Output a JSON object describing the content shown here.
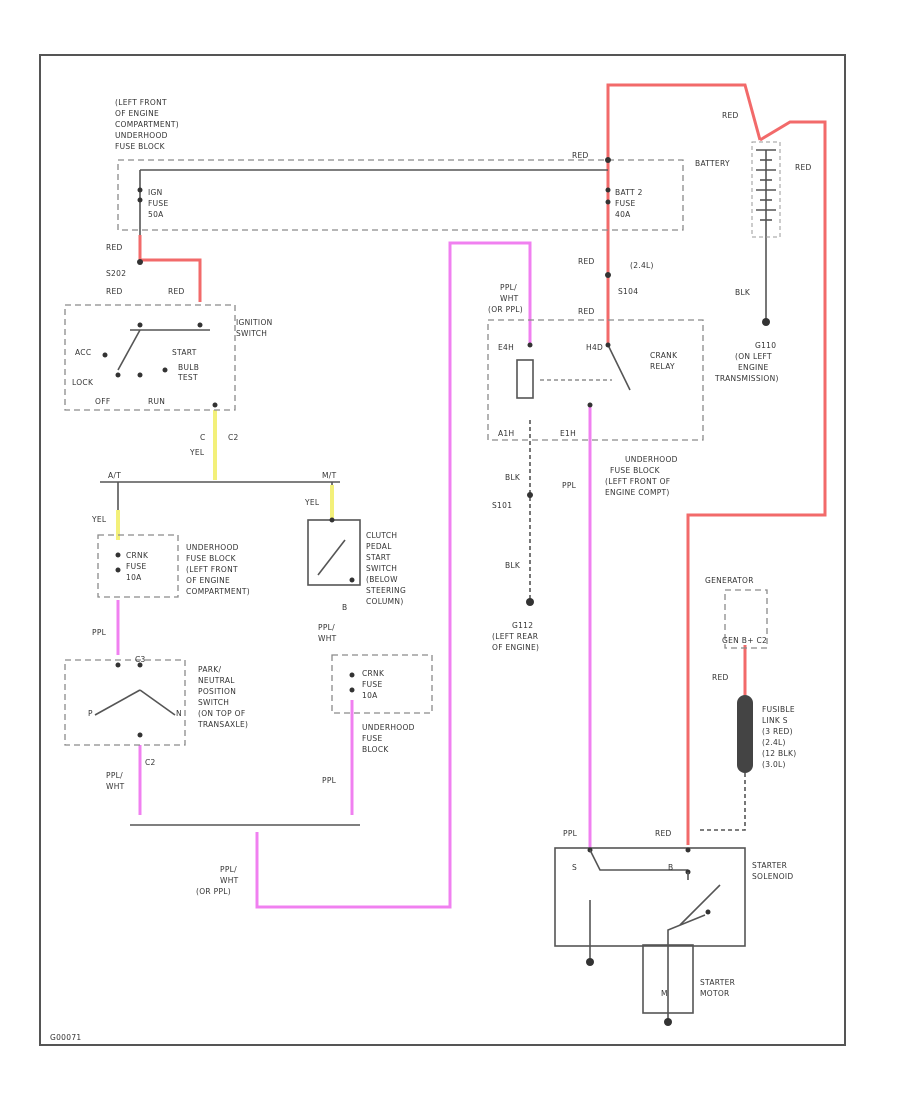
{
  "labels": {
    "fuse_block_1": "(LEFT FRONT",
    "fuse_block_2": "OF ENGINE",
    "fuse_block_3": "COMPARTMENT)",
    "fuse_block_4": "UNDERHOOD",
    "fuse_block_5": "FUSE BLOCK",
    "ign_fuse_1": "IGN",
    "ign_fuse_2": "FUSE",
    "ign_fuse_3": "50A",
    "batt_fuse_1": "BATT 2",
    "batt_fuse_2": "FUSE",
    "batt_fuse_3": "40A",
    "battery": "BATTERY",
    "red_top": "RED",
    "red_batt_left": "RED",
    "red_batt_right": "RED",
    "red_splice": "RED",
    "s202": "S202",
    "red_ign_left": "RED",
    "red_ign_right": "RED",
    "ignition_switch_1": "IGNITION",
    "ignition_switch_2": "SWITCH",
    "acc": "ACC",
    "lock": "LOCK",
    "off": "OFF",
    "run": "RUN",
    "start": "START",
    "bulb_test_1": "BULB",
    "bulb_test_2": "TEST",
    "c_left": "C",
    "c2_left": "C2",
    "yel_main": "YEL",
    "at": "A/T",
    "mt": "M/T",
    "yel_at": "YEL",
    "yel_mt": "YEL",
    "crank_fuse_1a": "CRNK",
    "crank_fuse_1b": "FUSE",
    "crank_fuse_1c": "10A",
    "ufb_left_1": "UNDERHOOD",
    "ufb_left_2": "FUSE BLOCK",
    "ufb_left_3": "(LEFT FRONT",
    "ufb_left_4": "OF ENGINE",
    "ufb_left_5": "COMPARTMENT)",
    "clutch_1": "CLUTCH",
    "clutch_2": "PEDAL",
    "clutch_3": "START",
    "clutch_4": "SWITCH",
    "clutch_5": "(BELOW",
    "clutch_6": "STEERING",
    "clutch_7": "COLUMN)",
    "b_clutch": "B",
    "ppl_wht_clutch_1": "PPL/",
    "ppl_wht_clutch_2": "WHT",
    "ppl_left": "PPL",
    "c3": "C3",
    "pnp_1": "PARK/",
    "pnp_2": "NEUTRAL",
    "pnp_3": "POSITION",
    "pnp_4": "SWITCH",
    "pnp_5": "(ON TOP OF",
    "pnp_6": "TRANSAXLE)",
    "p_pos": "P",
    "n_pos": "N",
    "c2_pnp": "C2",
    "ppl_wht_pnp_1": "PPL/",
    "ppl_wht_pnp_2": "WHT",
    "crank_fuse_2a": "CRNK",
    "crank_fuse_2b": "FUSE",
    "crank_fuse_2c": "10A",
    "ufb_mid_1": "UNDERHOOD",
    "ufb_mid_2": "FUSE",
    "ufb_mid_3": "BLOCK",
    "ppl_mid": "PPL",
    "ppl_wht_bottom_1": "PPL/",
    "ppl_wht_bottom_2": "WHT",
    "ppl_wht_bottom_3": "(OR PPL)",
    "ppl_wht_relay_1": "PPL/",
    "ppl_wht_relay_2": "WHT",
    "ppl_wht_relay_3": "(OR PPL)",
    "red_relay": "RED",
    "red_s104": "RED",
    "s104": "S104",
    "s104_note": "(2.4L)",
    "crank_relay_1": "CRANK",
    "crank_relay_2": "RELAY",
    "relay_pin_1": "E4H",
    "relay_pin_2": "H4D",
    "relay_pin_3": "A1H",
    "relay_pin_4": "E1H",
    "ufb_right_1": "UNDERHOOD",
    "ufb_right_2": "FUSE BLOCK",
    "ufb_right_3": "(LEFT FRONT OF",
    "ufb_right_4": "ENGINE COMPT)",
    "blk_relay": "BLK",
    "s101": "S101",
    "blk_s101": "BLK",
    "g112_1": "G112",
    "g112_2": "(LEFT REAR",
    "g112_3": "OF ENGINE)",
    "ppl_relay_out": "PPL",
    "blk_batt": "BLK",
    "g110_1": "G110",
    "g110_2": "(ON LEFT",
    "g110_3": "ENGINE",
    "g110_4": "TRANSMISSION)",
    "red_batt_side": "RED",
    "generator": "GENERATOR",
    "gen_pin": "GEN B+ C2",
    "red_gen": "RED",
    "fusible_1": "FUSIBLE",
    "fusible_2": "LINK S",
    "fusible_3": "(3 RED)",
    "fusible_4": "(2.4L)",
    "fusible_5": "(12 BLK)",
    "fusible_6": "(3.0L)",
    "ppl_solenoid": "PPL",
    "red_solenoid": "RED",
    "s_pin": "S",
    "b_pin": "B",
    "starter_solenoid_1": "STARTER",
    "starter_solenoid_2": "SOLENOID",
    "starter_motor_1": "STARTER",
    "starter_motor_2": "MOTOR",
    "motor_symbol": "M",
    "figure_id": "G00071"
  },
  "colors": {
    "red_wire": "#f26a6a",
    "ppl_wire": "#f080f0",
    "yel_wire": "#f3f07a",
    "line": "#555555"
  }
}
